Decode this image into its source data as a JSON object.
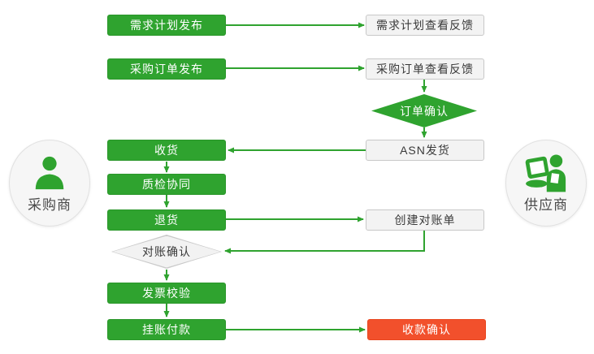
{
  "actors": {
    "buyer": {
      "label": "采购商"
    },
    "supplier": {
      "label": "供应商"
    }
  },
  "nodes": {
    "plan_publish": {
      "label": "需求计划发布",
      "shape": "process",
      "style": "green",
      "owner": "buyer"
    },
    "plan_feedback": {
      "label": "需求计划查看反馈",
      "shape": "process",
      "style": "gray",
      "owner": "supplier"
    },
    "po_publish": {
      "label": "采购订单发布",
      "shape": "process",
      "style": "green",
      "owner": "buyer"
    },
    "po_feedback": {
      "label": "采购订单查看反馈",
      "shape": "process",
      "style": "gray",
      "owner": "supplier"
    },
    "order_confirm": {
      "label": "订单确认",
      "shape": "decision",
      "style": "green",
      "owner": "supplier"
    },
    "asn_ship": {
      "label": "ASN发货",
      "shape": "process",
      "style": "gray",
      "owner": "supplier"
    },
    "receive": {
      "label": "收货",
      "shape": "process",
      "style": "green",
      "owner": "buyer"
    },
    "quality": {
      "label": "质检协同",
      "shape": "process",
      "style": "green",
      "owner": "buyer"
    },
    "return_goods": {
      "label": "退货",
      "shape": "process",
      "style": "green",
      "owner": "buyer"
    },
    "create_statement": {
      "label": "创建对账单",
      "shape": "process",
      "style": "gray",
      "owner": "supplier"
    },
    "statement_confirm": {
      "label": "对账确认",
      "shape": "decision",
      "style": "gray",
      "owner": "buyer"
    },
    "invoice_check": {
      "label": "发票校验",
      "shape": "process",
      "style": "green",
      "owner": "buyer"
    },
    "payment": {
      "label": "挂账付款",
      "shape": "process",
      "style": "green",
      "owner": "buyer"
    },
    "receipt_confirm": {
      "label": "收款确认",
      "shape": "process",
      "style": "red",
      "owner": "supplier"
    }
  },
  "edges": [
    {
      "from": "plan_publish",
      "to": "plan_feedback"
    },
    {
      "from": "po_publish",
      "to": "po_feedback"
    },
    {
      "from": "po_feedback",
      "to": "order_confirm"
    },
    {
      "from": "order_confirm",
      "to": "asn_ship"
    },
    {
      "from": "asn_ship",
      "to": "receive"
    },
    {
      "from": "receive",
      "to": "quality"
    },
    {
      "from": "quality",
      "to": "return_goods"
    },
    {
      "from": "return_goods",
      "to": "create_statement"
    },
    {
      "from": "create_statement",
      "to": "statement_confirm"
    },
    {
      "from": "statement_confirm",
      "to": "invoice_check"
    },
    {
      "from": "invoice_check",
      "to": "payment"
    },
    {
      "from": "payment",
      "to": "receipt_confirm"
    }
  ],
  "colors": {
    "flow_green": "#2fa32f",
    "alert_red": "#f2502c",
    "gray_node_fill": "#f3f3f3",
    "gray_node_border": "#c8c8c8",
    "actor_circle_fill": "#f6f6f6",
    "text_dark": "#3a3a3a"
  }
}
